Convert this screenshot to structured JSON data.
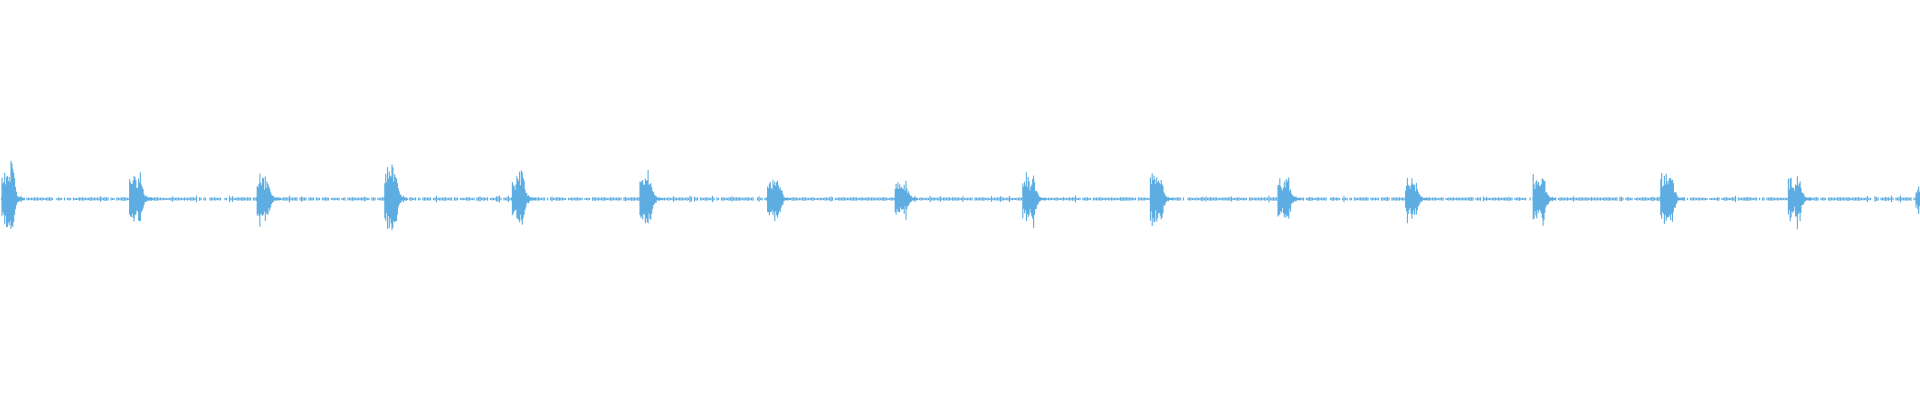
{
  "chart_data": {
    "type": "waveform",
    "title": "",
    "xlabel": "",
    "ylabel": "",
    "axes_visible": false,
    "grid": false,
    "color": "#5dade2",
    "background": "#ffffff",
    "ylim": [
      -1,
      1
    ],
    "baseline_noise": 0.02,
    "bursts": [
      {
        "index": 0,
        "peak": 0.9
      },
      {
        "index": 1,
        "peak": 0.75
      },
      {
        "index": 2,
        "peak": 0.72
      },
      {
        "index": 3,
        "peak": 0.9
      },
      {
        "index": 4,
        "peak": 0.75
      },
      {
        "index": 5,
        "peak": 0.7
      },
      {
        "index": 6,
        "peak": 0.72
      },
      {
        "index": 7,
        "peak": 0.62
      },
      {
        "index": 8,
        "peak": 0.72
      },
      {
        "index": 9,
        "peak": 0.72
      },
      {
        "index": 10,
        "peak": 0.6
      },
      {
        "index": 11,
        "peak": 0.58
      },
      {
        "index": 12,
        "peak": 0.68
      },
      {
        "index": 13,
        "peak": 0.78
      },
      {
        "index": 14,
        "peak": 0.7
      },
      {
        "index": 15,
        "peak": 0.4
      }
    ]
  }
}
